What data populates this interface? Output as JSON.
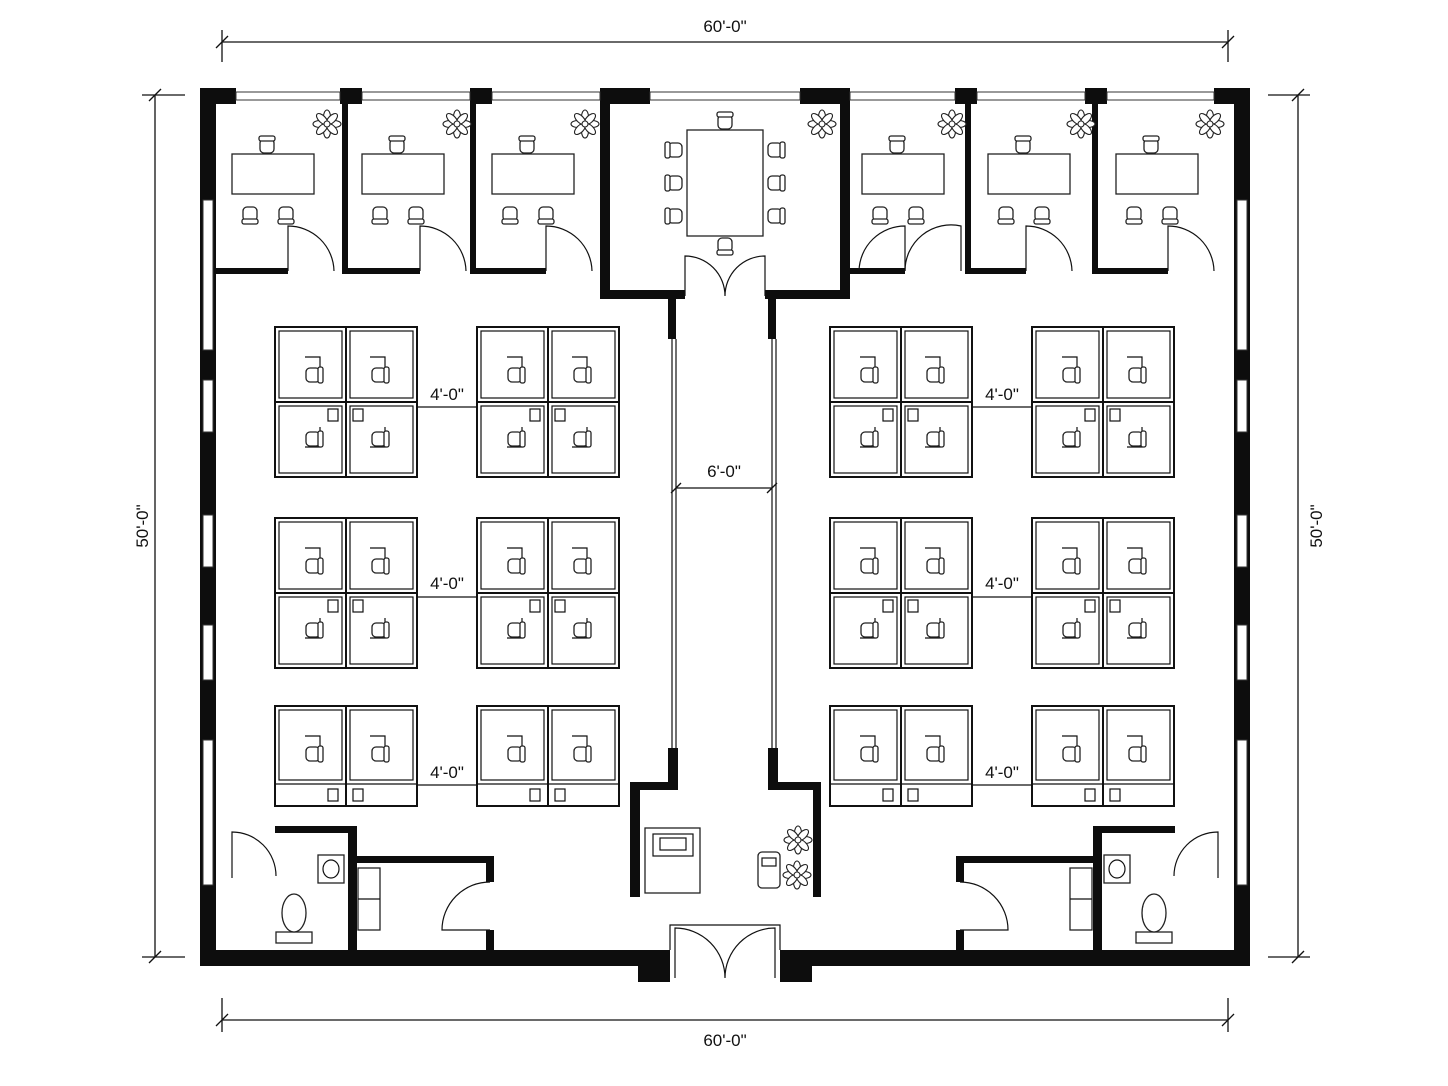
{
  "dimensions": {
    "top_width": "60'-0\"",
    "bottom_width": "60'-0\"",
    "left_height": "50'-0\"",
    "right_height": "50'-0\"",
    "aisle_width": "6'-0\"",
    "cluster_gap": "4'-0\""
  },
  "icons": [
    "chair-icon",
    "plant-icon",
    "desk-icon",
    "conference-table-icon",
    "toilet-icon",
    "sink-icon",
    "door-swing-icon",
    "copier-icon",
    "water-cooler-icon"
  ],
  "colors": {
    "wall": "#0d0d0d",
    "line": "#111111",
    "background": "#ffffff"
  }
}
